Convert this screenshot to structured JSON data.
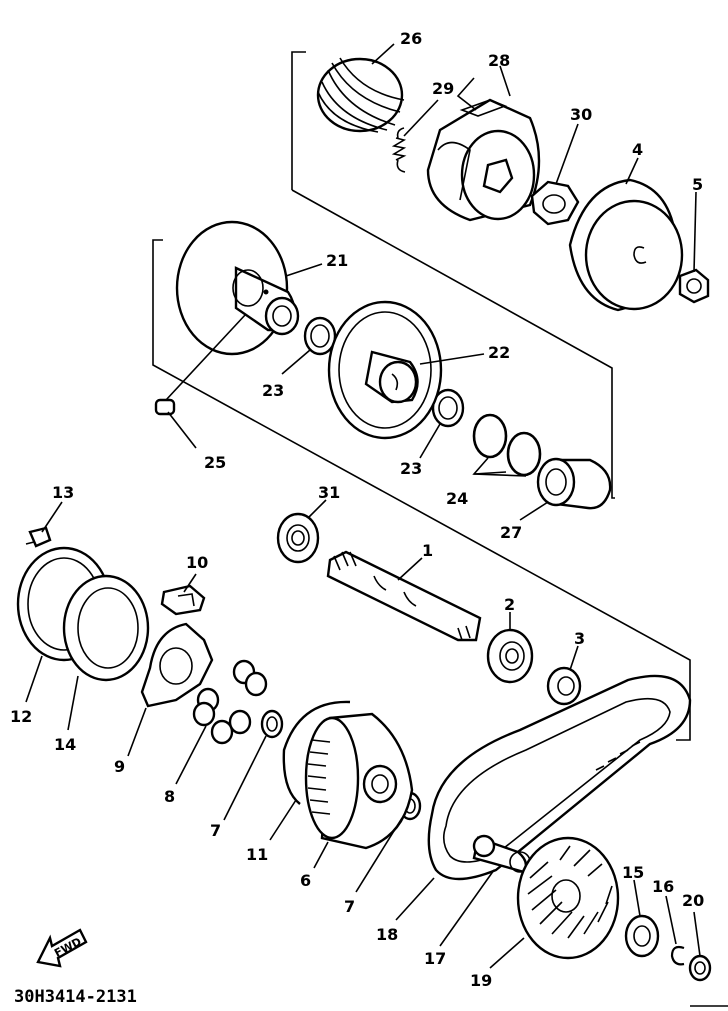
{
  "diagram": {
    "part_labels": [
      "1",
      "2",
      "3",
      "4",
      "5",
      "6",
      "7",
      "7",
      "8",
      "9",
      "10",
      "11",
      "12",
      "13",
      "14",
      "15",
      "16",
      "17",
      "18",
      "19",
      "20",
      "21",
      "22",
      "23",
      "23",
      "24",
      "25",
      "26",
      "27",
      "28",
      "29",
      "30",
      "31"
    ],
    "drawing_code": "30H3414-2131",
    "direction_tag": "FWD"
  }
}
